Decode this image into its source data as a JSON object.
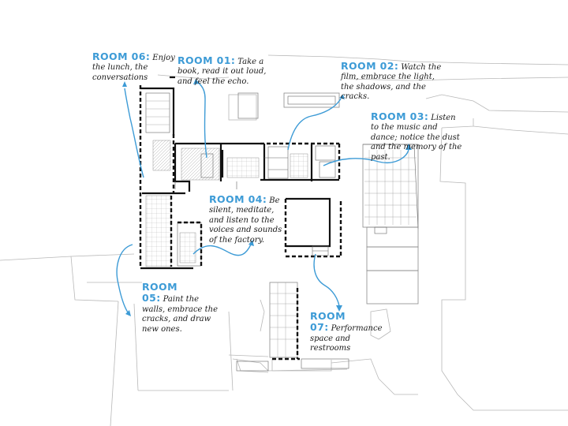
{
  "rooms": [
    {
      "id": "06",
      "title": "ROOM 06:",
      "text": "Enjoy the lunch, the conversations"
    },
    {
      "id": "01",
      "title": "ROOM 01:",
      "text": "Take a book, read it out loud, and feel the echo."
    },
    {
      "id": "02",
      "title": "ROOM 02:",
      "text": "Watch the film, embrace the light, the shadows, and the cracks."
    },
    {
      "id": "03",
      "title": "ROOM 03:",
      "text": "Listen to the music and dance; notice the dust and the memory of the past."
    },
    {
      "id": "04",
      "title": "ROOM 04:",
      "text": "Be silent, meditate, and listen to the voices and sounds of the factory."
    },
    {
      "id": "05",
      "title": "ROOM 05:",
      "text": "Paint the walls, embrace the cracks, and draw new ones."
    },
    {
      "id": "07",
      "title": "ROOM 07:",
      "text": "Performance space and restrooms"
    }
  ],
  "colors": {
    "accent": "#3d9bd6",
    "walls": "#111111",
    "context": "#b8b8b8"
  }
}
